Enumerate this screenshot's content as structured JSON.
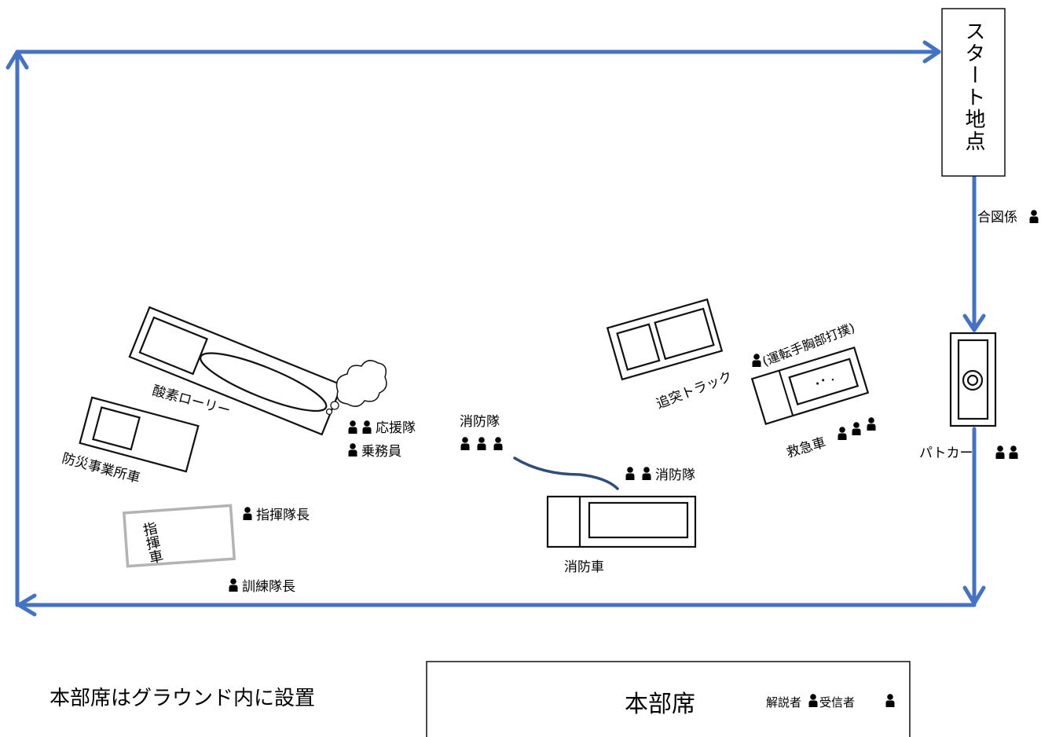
{
  "start": {
    "label": "スタート地点"
  },
  "route": {
    "color": "#4472c4"
  },
  "labels": {
    "signal": "合図係",
    "patrol_car": "パトカー",
    "oxygen_lorry": "酸素ローリー",
    "support_team": "応援隊",
    "crew": "乗務員",
    "disaster_vehicle": "防災事業所車",
    "command_car": "指揮車",
    "commander": "指揮隊長",
    "training_chief": "訓練隊長",
    "fire_team_1": "消防隊",
    "fire_team_2": "消防隊",
    "fire_engine": "消防車",
    "truck": "追突トラック",
    "truck_note": "(運転手胸部打撲)",
    "ambulance": "救急車"
  },
  "hq": {
    "note": "本部席はグラウンド内に設置",
    "title": "本部席",
    "staff": "解説者",
    "receiver": "受信者"
  },
  "icons": {
    "person": "person-icon"
  }
}
